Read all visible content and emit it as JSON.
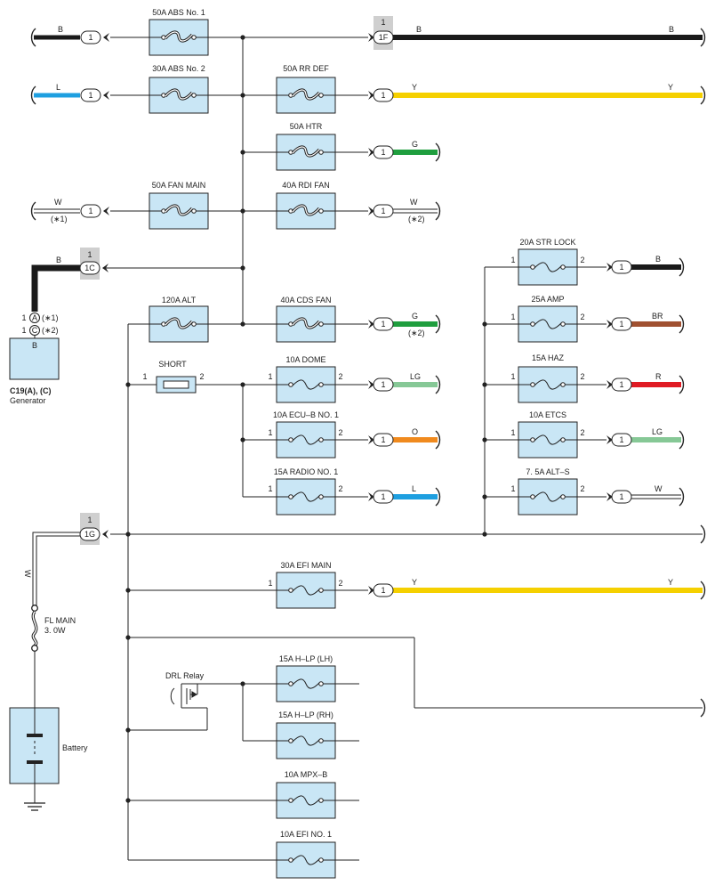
{
  "colors": {
    "fuse_fill": "#c9e6f5",
    "battery_fill": "#c9e6f5",
    "conn_gray": "#cfcfcf",
    "wire_B": "#1a1a1a",
    "wire_L": "#1e9fe0",
    "wire_Y": "#f5d000",
    "wire_G": "#1f9e3e",
    "wire_BR": "#a05030",
    "wire_R": "#e01b24",
    "wire_LG": "#86c896",
    "wire_O": "#f08a1e",
    "wire_W": "#ffffff"
  },
  "fuses": [
    {
      "label": "50A ABS No. 1",
      "type": "fusible"
    },
    {
      "label": "30A ABS No. 2",
      "type": "fusible"
    },
    {
      "label": "50A RR DEF",
      "type": "fusible"
    },
    {
      "label": "50A HTR",
      "type": "fusible"
    },
    {
      "label": "50A FAN MAIN",
      "type": "fusible"
    },
    {
      "label": "40A RDI FAN",
      "type": "fusible"
    },
    {
      "label": "120A ALT",
      "type": "fusible"
    },
    {
      "label": "40A CDS FAN",
      "type": "fusible"
    },
    {
      "label": "SHORT",
      "type": "short"
    },
    {
      "label": "10A DOME",
      "type": "fuse"
    },
    {
      "label": "10A ECU–B NO. 1",
      "type": "fuse"
    },
    {
      "label": "15A RADIO NO. 1",
      "type": "fuse"
    },
    {
      "label": "30A EFI MAIN",
      "type": "fuse"
    },
    {
      "label": "15A H–LP (LH)",
      "type": "fuse"
    },
    {
      "label": "15A H–LP (RH)",
      "type": "fuse"
    },
    {
      "label": "10A MPX–B",
      "type": "fuse"
    },
    {
      "label": "10A EFI NO. 1",
      "type": "fuse"
    },
    {
      "label": "20A STR LOCK",
      "type": "fuse"
    },
    {
      "label": "25A AMP",
      "type": "fuse"
    },
    {
      "label": "15A HAZ",
      "type": "fuse"
    },
    {
      "label": "10A ETCS",
      "type": "fuse"
    },
    {
      "label": "7. 5A ALT–S",
      "type": "fuse"
    }
  ],
  "pins": {
    "one": "1",
    "two": "2"
  },
  "connectors": {
    "c1": "1",
    "c1F": "1F",
    "c1C": "1C",
    "c1G": "1G"
  },
  "wires": {
    "B": "B",
    "L": "L",
    "Y": "Y",
    "G": "G",
    "W": "W",
    "LG": "LG",
    "O": "O",
    "BR": "BR",
    "R": "R"
  },
  "notes": {
    "star1": "(∗1)",
    "star2": "(∗2)"
  },
  "generator": {
    "id": "C19(A), (C)",
    "name": "Generator",
    "pin_a": "A",
    "pin_c": "C",
    "b_label": "B"
  },
  "fl_main": {
    "line1": "FL MAIN",
    "line2": "3. 0W"
  },
  "battery": {
    "label": "Battery"
  },
  "drl_relay": {
    "label": "DRL Relay"
  }
}
